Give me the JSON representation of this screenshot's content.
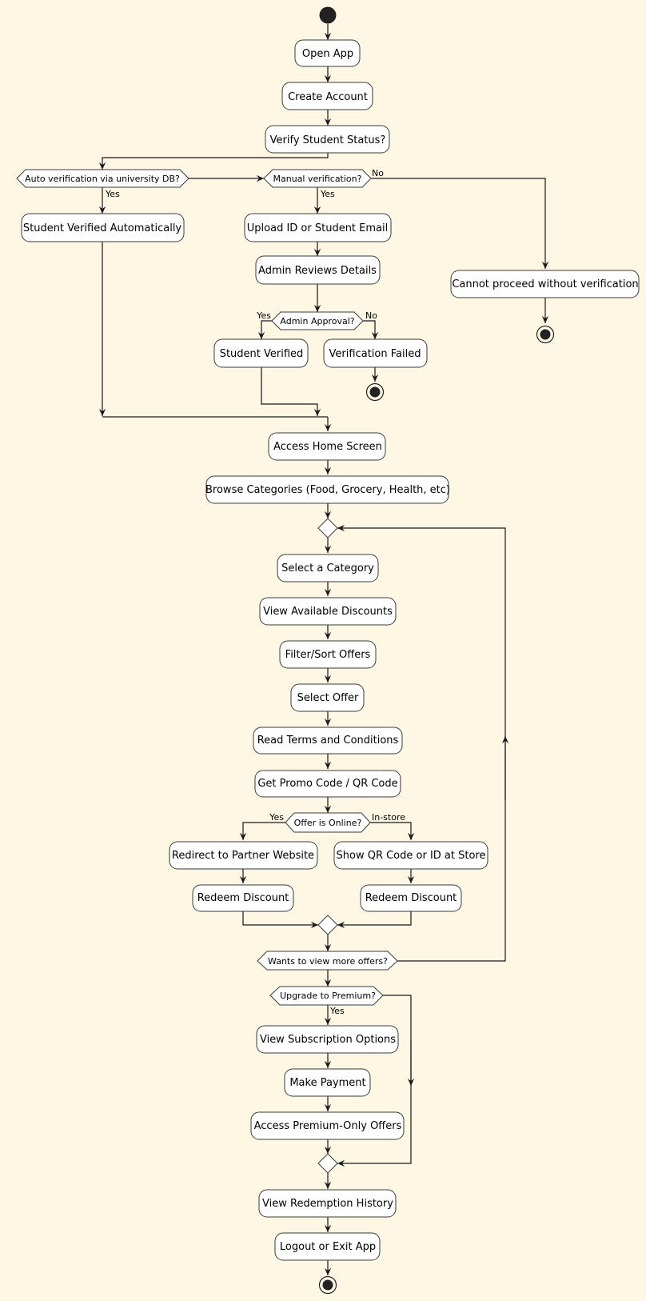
{
  "colors": {
    "background": "#FEF7E4",
    "node_fill": "#FFFFFF",
    "stroke": "#181818"
  },
  "activities": {
    "open_app": "Open App",
    "create_account": "Create Account",
    "verify_status": "Verify Student Status?",
    "verified_auto": "Student Verified Automatically",
    "upload_id": "Upload ID or Student Email",
    "admin_reviews": "Admin Reviews Details",
    "student_verified": "Student Verified",
    "verification_failed": "Verification Failed",
    "cannot_proceed": "Cannot proceed without verification",
    "access_home": "Access Home Screen",
    "browse_categories": "Browse Categories (Food, Grocery, Health, etc)",
    "select_category": "Select a Category",
    "view_discounts": "View Available Discounts",
    "filter_sort": "Filter/Sort Offers",
    "select_offer": "Select Offer",
    "read_terms": "Read Terms and Conditions",
    "get_promo": "Get Promo Code / QR Code",
    "redirect_partner": "Redirect to Partner Website",
    "redeem_online": "Redeem Discount",
    "show_qr": "Show QR Code or ID at Store",
    "redeem_store": "Redeem Discount",
    "view_subscription": "View Subscription Options",
    "make_payment": "Make Payment",
    "access_premium": "Access Premium-Only Offers",
    "view_history": "View Redemption History",
    "logout": "Logout or Exit App"
  },
  "decisions": {
    "auto_verification": "Auto verification via university DB?",
    "manual_verification": "Manual verification?",
    "admin_approval": "Admin Approval?",
    "offer_online": "Offer is Online?",
    "more_offers": "Wants to view more offers?",
    "upgrade_premium": "Upgrade to Premium?"
  },
  "guards": {
    "auto_yes": "Yes",
    "manual_yes": "Yes",
    "manual_no": "No",
    "admin_yes": "Yes",
    "admin_no": "No",
    "online_yes": "Yes",
    "online_instore": "In-store",
    "premium_yes": "Yes"
  }
}
